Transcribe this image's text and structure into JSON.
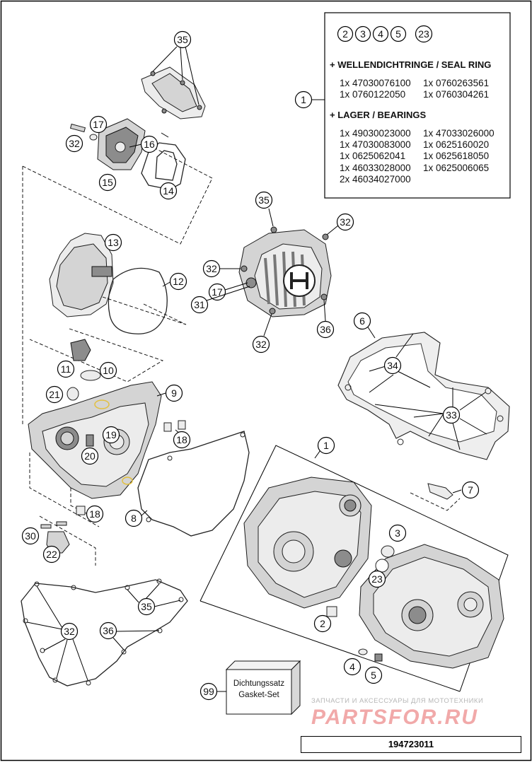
{
  "info_box": {
    "group_numbers": [
      "2",
      "3",
      "4",
      "5",
      "23"
    ],
    "seal_title": "+ WELLENDICHTRINGE / SEAL RING",
    "seal_rows": [
      [
        "1x 47030076100",
        "1x 0760263561"
      ],
      [
        "1x 0760122050",
        "1x 0760304261"
      ]
    ],
    "bearing_title": "+ LAGER / BEARINGS",
    "bearing_rows": [
      [
        "1x 49030023000",
        "1x 47033026000"
      ],
      [
        "1x 47030083000",
        "1x 0625160020"
      ],
      [
        "1x 0625062041",
        "1x 0625618050"
      ],
      [
        "1x 46033028000",
        "1x 0625006065"
      ],
      [
        "2x 46034027000",
        ""
      ]
    ],
    "callout": "1"
  },
  "callouts": {
    "c35_top": "35",
    "c17_a": "17",
    "c32_a": "32",
    "c16": "16",
    "c15": "15",
    "c14": "14",
    "c13": "13",
    "c12": "12",
    "c11": "11",
    "c10": "10",
    "c21": "21",
    "c9": "9",
    "c19": "19",
    "c20": "20",
    "c18_a": "18",
    "c18_b": "18",
    "c8": "8",
    "c30": "30",
    "c22": "22",
    "c35_ign": "35",
    "c32_ign_a": "32",
    "c32_ign_b": "32",
    "c17_ign": "17",
    "c31": "31",
    "c36_ign": "36",
    "c32_ign_c": "32",
    "c6": "6",
    "c34": "34",
    "c33": "33",
    "c1_case": "1",
    "c7": "7",
    "c3": "3",
    "c23": "23",
    "c2": "2",
    "c4": "4",
    "c5": "5",
    "c35_b": "35",
    "c32_b": "32",
    "c36_b": "36",
    "c99": "99"
  },
  "gasket_set": {
    "line1": "Dichtungssatz",
    "line2": "Gasket-Set"
  },
  "diagram_id": "194723011",
  "watermark": {
    "tagline": "ЗАПЧАСТИ И АКСЕССУАРЫ ДЛЯ МОТОТЕХНИКИ",
    "logo": "PARTSFOR.RU"
  }
}
